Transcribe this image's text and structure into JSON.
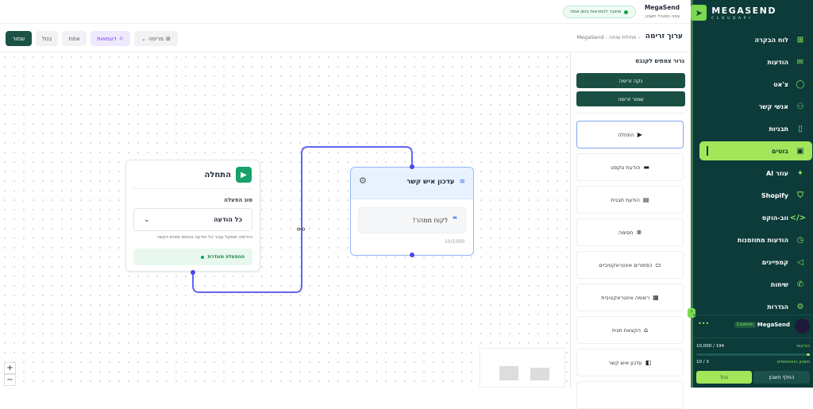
{
  "header": {
    "account_name": "MegaSend",
    "account_sub": "צפה כמנהל חשבון",
    "status_pill": "מחובר להתראות בזמן אמת",
    "status_color": "#16a34a"
  },
  "toolbar": {
    "title": "ערוך זרימה",
    "subtitle": "- תחילת שיחה - MegaSend",
    "layout_label": "פריסה",
    "examples_label": "דוגמאות",
    "verify_label": "אמת",
    "cancel_label": "בטל",
    "save_label": "שמור"
  },
  "panel": {
    "title": "גרור צמתים לקנבס",
    "clear_flow": "נקה זרימה",
    "save_flow": "שמור זרימה",
    "items": [
      {
        "label": "התחלה",
        "icon": "play-icon"
      },
      {
        "label": "הודעת טקסט",
        "icon": "chat-icon"
      },
      {
        "label": "הודעת תבנית",
        "icon": "template-icon"
      },
      {
        "label": "חסימה",
        "icon": "block-icon"
      },
      {
        "label": "כפתורים אינטראקטיביים",
        "icon": "buttons-icon"
      },
      {
        "label": "רשימה אינטראקטיבית",
        "icon": "list-icon"
      },
      {
        "label": "הקצאת תגית",
        "icon": "bank-icon"
      },
      {
        "label": "עדכון איש קשר",
        "icon": "book-icon"
      }
    ]
  },
  "start_node": {
    "title": "התחלה",
    "field_label": "סוג הפעלה",
    "select_value": "כל הודעה",
    "help": "הזרימה תופעל עבור כל הודעה נכנסת מאיש הקשר",
    "status": "ההפעלה מוגדרת"
  },
  "update_node": {
    "title": "עדכון איש קשר",
    "message": "לקוח ממהר!",
    "counter": "10/1000"
  },
  "sidebar": {
    "brand": "MEGASEND",
    "brand_sub": "CLOUDAPI",
    "items": [
      {
        "label": "לוח הבקרה",
        "icon": "grid-icon"
      },
      {
        "label": "הודעות",
        "icon": "mail-icon"
      },
      {
        "label": "צ'אט",
        "icon": "chat-icon"
      },
      {
        "label": "אנשי קשר",
        "icon": "users-icon"
      },
      {
        "label": "תבניות",
        "icon": "file-icon"
      },
      {
        "label": "בוטים",
        "icon": "bot-icon",
        "active": true
      },
      {
        "label": "עוזר AI",
        "icon": "sparkle-icon"
      },
      {
        "label": "Shopify",
        "icon": "shopify-icon"
      },
      {
        "label": "ווב-הוקס",
        "icon": "code-icon"
      },
      {
        "label": "הודעות מתוזמנות",
        "icon": "clock-icon"
      },
      {
        "label": "קמפיינים",
        "icon": "megaphone-icon"
      },
      {
        "label": "שיחות",
        "icon": "phone-icon"
      },
      {
        "label": "הגדרות",
        "icon": "gear-icon"
      }
    ],
    "account": {
      "name": "MegaSend",
      "badge": "Custom"
    },
    "usage": {
      "messages_label": "הודעות",
      "messages_value": "10,000 / 194",
      "messages_fraction": 0.0194,
      "wa_label": "חשבון הווטסאפים",
      "wa_value": "10 / 3"
    },
    "manage_label": "נהל",
    "switch_label": "החלף חשבון",
    "accent": "#a3e65a"
  }
}
